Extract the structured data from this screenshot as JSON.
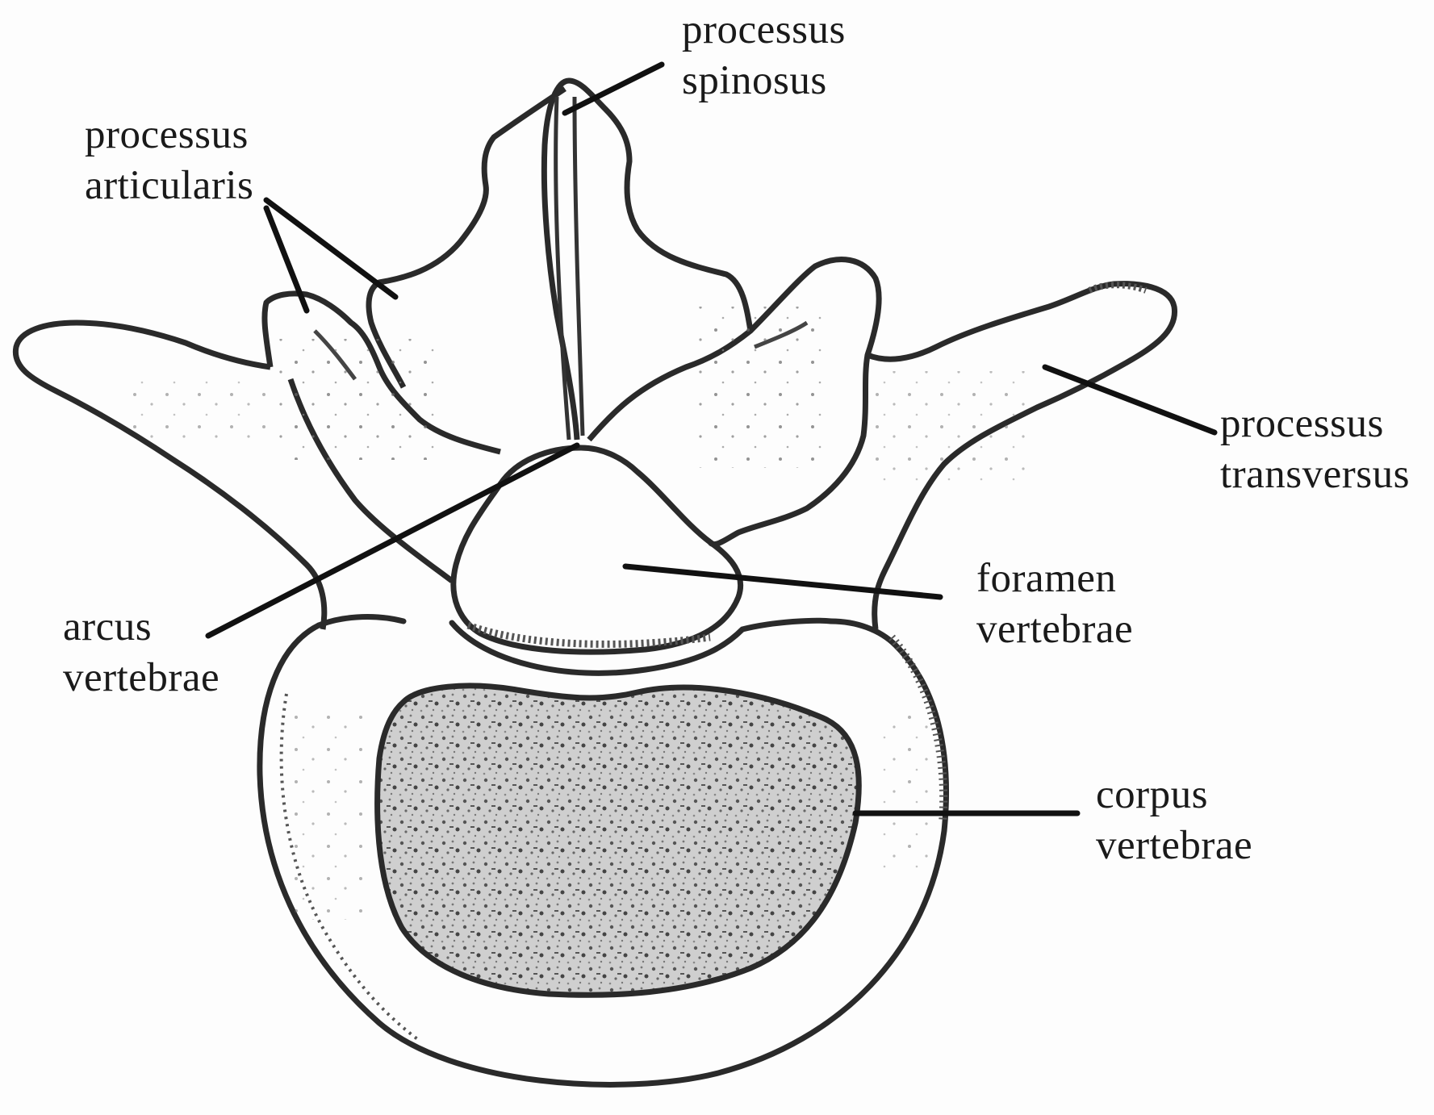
{
  "diagram": {
    "labels": {
      "processus_spinosus": [
        "processus",
        "spinosus"
      ],
      "processus_articularis": [
        "processus",
        "articularis"
      ],
      "processus_transversus": [
        "processus",
        "transversus"
      ],
      "foramen_vertebrae": [
        "foramen",
        "vertebrae"
      ],
      "arcus_vertebrae": [
        "arcus",
        "vertebrae"
      ],
      "corpus_vertebrae": [
        "corpus",
        "vertebrae"
      ]
    }
  }
}
